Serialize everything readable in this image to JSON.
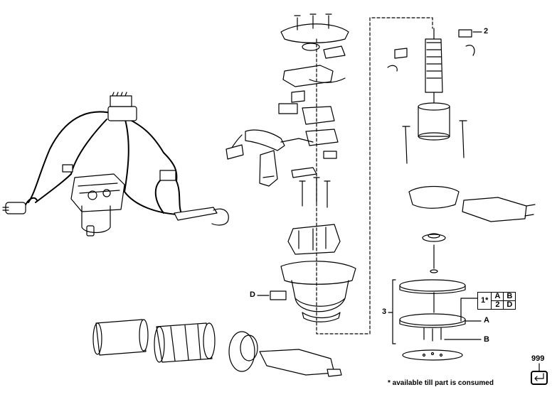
{
  "labels": {
    "part_2": "2",
    "part_3": "3",
    "part_a": "A",
    "part_b": "B",
    "part_d": "D"
  },
  "callout_table": {
    "r1c1": "1*",
    "r1c2": "A",
    "r1c3": "B",
    "r2c2": "2",
    "r2c3": "D"
  },
  "footnote": "* available till part is consumed",
  "reference_number": "999",
  "reference_icon": "return-arrow-icon"
}
